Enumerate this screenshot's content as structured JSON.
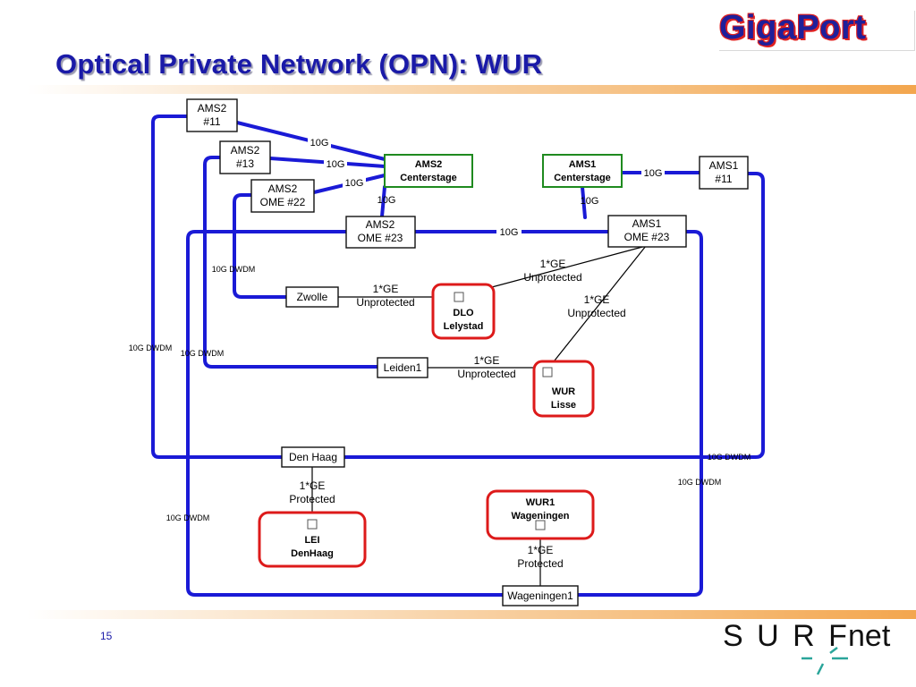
{
  "title": "Optical Private Network (OPN): WUR",
  "page_number": "15",
  "logos": {
    "gigaport": "GigaPort",
    "surfnet": "SURFnet"
  },
  "colors": {
    "link": "#1a1ad6",
    "title": "#1a1aa8",
    "site_border": "#dd1a1a",
    "centerstage_border": "#1f8a1f"
  },
  "nodes": {
    "ams2_11": [
      "AMS2",
      "#11"
    ],
    "ams2_13": [
      "AMS2",
      "#13"
    ],
    "ams2_ome22": [
      "AMS2",
      "OME #22"
    ],
    "ams2_center": [
      "AMS2",
      "Centerstage"
    ],
    "ams1_center": [
      "AMS1",
      "Centerstage"
    ],
    "ams1_11": [
      "AMS1",
      "#11"
    ],
    "ams2_ome23": [
      "AMS2",
      "OME #23"
    ],
    "ams1_ome23": [
      "AMS1",
      "OME #23"
    ],
    "zwolle": [
      "Zwolle"
    ],
    "leiden1": [
      "Leiden1"
    ],
    "denhaag": [
      "Den Haag"
    ],
    "wageningen1": [
      "Wageningen1"
    ]
  },
  "sites": {
    "dlo": [
      "DLO",
      "Lelystad"
    ],
    "wur_lisse": [
      "WUR",
      "Lisse"
    ],
    "lei": [
      "LEI",
      "DenHaag"
    ],
    "wur1": [
      "WUR1",
      "Wageningen"
    ]
  },
  "link_labels": {
    "l10g_a": "10G",
    "l10g_b": "10G",
    "l10g_c": "10G",
    "l10g_d": "10G",
    "l10g_e": "10G",
    "l10g_f": "10G",
    "l10g_g": "10G",
    "dwdm_a": "10G DWDM",
    "dwdm_b": "10G DWDM",
    "dwdm_c": "10G DWDM",
    "dwdm_d": "10G DWDM",
    "dwdm_e": "10G DWDM",
    "dwdm_f": "10G DWDM",
    "ge_dlo": [
      "1*GE",
      "Unprotected"
    ],
    "ge_ams1_a": [
      "1*GE",
      "Unprotected"
    ],
    "ge_ams1_b": [
      "1*GE",
      "Unprotected"
    ],
    "ge_leiden": [
      "1*GE",
      "Unprotected"
    ],
    "ge_denhaag": [
      "1*GE",
      "Protected"
    ],
    "ge_wag": [
      "1*GE",
      "Protected"
    ]
  }
}
